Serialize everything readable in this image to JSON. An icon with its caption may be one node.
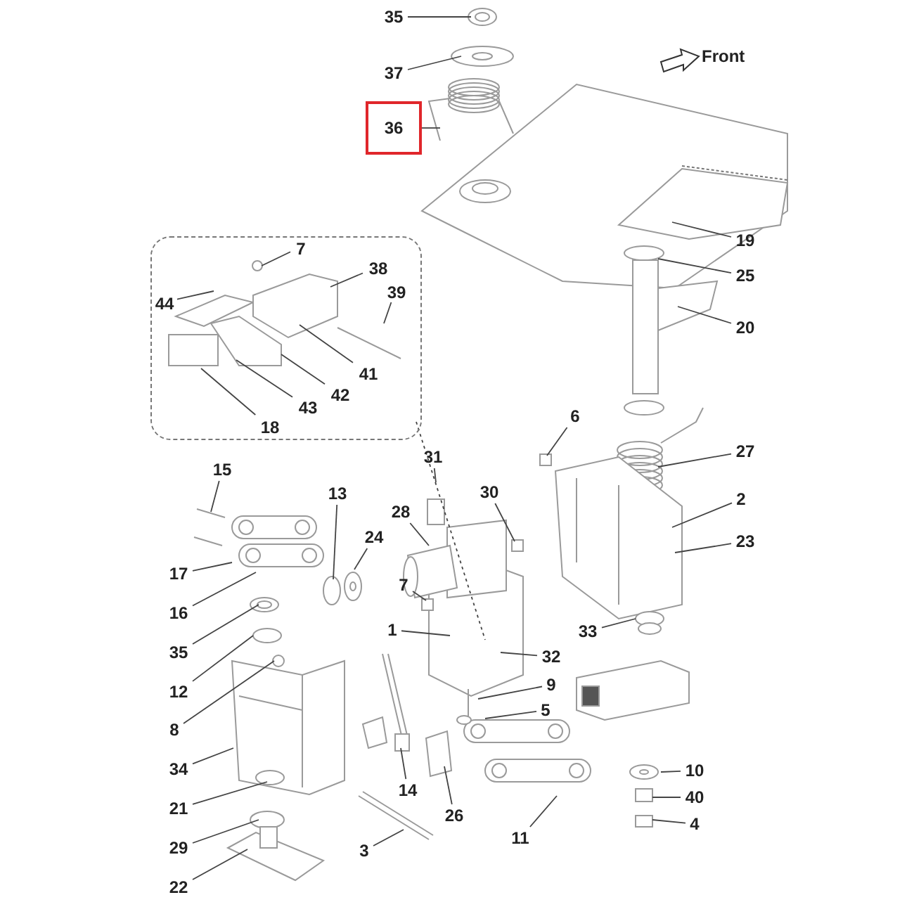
{
  "diagram": {
    "nodes": [
      {
        "text": [
          "35"
        ]
      },
      {
        "text": [
          "37"
        ]
      },
      {
        "text": [
          "36"
        ]
      },
      {
        "text": [
          "19"
        ]
      },
      {
        "text": [
          "25"
        ]
      },
      {
        "text": [
          "20"
        ]
      },
      {
        "text": [],
        "shape": "box"
      },
      {
        "text": [
          "7"
        ],
        "in": 6
      },
      {
        "text": [
          "38"
        ],
        "in": 6
      },
      {
        "text": [
          "44"
        ],
        "in": 6
      },
      {
        "text": [
          "39"
        ],
        "in": 6
      },
      {
        "text": [
          "41"
        ],
        "in": 6
      },
      {
        "text": [
          "42"
        ],
        "in": 6
      },
      {
        "text": [
          "43"
        ],
        "in": 6
      },
      {
        "text": [
          "18"
        ],
        "in": 6
      },
      {
        "text": [
          "6"
        ]
      },
      {
        "text": [
          "27"
        ]
      },
      {
        "text": [
          "15"
        ]
      },
      {
        "text": [
          "31"
        ]
      },
      {
        "text": [
          "13"
        ]
      },
      {
        "text": [
          "2"
        ]
      },
      {
        "text": [
          "28"
        ]
      },
      {
        "text": [
          "30"
        ]
      },
      {
        "text": [
          "24"
        ]
      },
      {
        "text": [
          "23"
        ]
      },
      {
        "text": [
          "17"
        ]
      },
      {
        "text": [
          "7"
        ]
      },
      {
        "text": [
          "16"
        ]
      },
      {
        "text": [
          "1"
        ]
      },
      {
        "text": [
          "33"
        ]
      },
      {
        "text": [
          "35"
        ]
      },
      {
        "text": [
          "32"
        ]
      },
      {
        "text": [
          "12"
        ]
      },
      {
        "text": [
          "9"
        ]
      },
      {
        "text": [
          "5"
        ]
      },
      {
        "text": [
          "8"
        ]
      },
      {
        "text": [
          "34"
        ]
      },
      {
        "text": [
          "10"
        ]
      },
      {
        "text": [
          "14"
        ]
      },
      {
        "text": [
          "40"
        ]
      },
      {
        "text": [
          "21"
        ]
      },
      {
        "text": [
          "26"
        ]
      },
      {
        "text": [
          "4"
        ]
      },
      {
        "text": [
          "11"
        ]
      },
      {
        "text": [
          "29"
        ]
      },
      {
        "text": [
          "3"
        ]
      },
      {
        "text": [
          "22"
        ]
      }
    ],
    "edges": [
      {
        "from": 0,
        "to": null,
        "arrow": "none"
      },
      {
        "from": 1,
        "to": null,
        "arrow": "none"
      },
      {
        "from": 2,
        "to": null,
        "arrow": "none"
      },
      {
        "from": 3,
        "to": null,
        "arrow": "none"
      },
      {
        "from": 4,
        "to": null,
        "arrow": "none"
      },
      {
        "from": 5,
        "to": null,
        "arrow": "none"
      },
      {
        "from": 7,
        "to": null,
        "arrow": "none"
      },
      {
        "from": 8,
        "to": null,
        "arrow": "none"
      },
      {
        "from": 9,
        "to": null,
        "arrow": "none"
      },
      {
        "from": 10,
        "to": null,
        "arrow": "none"
      },
      {
        "from": 11,
        "to": null,
        "arrow": "none"
      },
      {
        "from": 12,
        "to": null,
        "arrow": "none"
      },
      {
        "from": 13,
        "to": null,
        "arrow": "none"
      },
      {
        "from": 14,
        "to": null,
        "arrow": "none"
      },
      {
        "from": 15,
        "to": null,
        "arrow": "none"
      },
      {
        "from": 16,
        "to": null,
        "arrow": "none"
      },
      {
        "from": 17,
        "to": null,
        "arrow": "none"
      },
      {
        "from": 18,
        "to": null,
        "arrow": "none"
      },
      {
        "from": 19,
        "to": null,
        "arrow": "none"
      },
      {
        "from": 20,
        "to": null,
        "arrow": "none"
      },
      {
        "from": 21,
        "to": null,
        "arrow": "none"
      },
      {
        "from": 22,
        "to": null,
        "arrow": "none"
      },
      {
        "from": 23,
        "to": null,
        "arrow": "none"
      },
      {
        "from": 24,
        "to": null,
        "arrow": "none"
      },
      {
        "from": 25,
        "to": null,
        "arrow": "none"
      },
      {
        "from": 26,
        "to": null,
        "arrow": "none"
      },
      {
        "from": 27,
        "to": null,
        "arrow": "none"
      },
      {
        "from": 28,
        "to": null,
        "arrow": "none"
      },
      {
        "from": 29,
        "to": null,
        "arrow": "none"
      },
      {
        "from": 30,
        "to": null,
        "arrow": "none"
      },
      {
        "from": 31,
        "to": null,
        "arrow": "none"
      },
      {
        "from": 32,
        "to": null,
        "arrow": "none"
      },
      {
        "from": 33,
        "to": null,
        "arrow": "none"
      },
      {
        "from": 34,
        "to": null,
        "arrow": "none"
      },
      {
        "from": 35,
        "to": null,
        "arrow": "none"
      },
      {
        "from": 36,
        "to": null,
        "arrow": "none"
      },
      {
        "from": 37,
        "to": null,
        "arrow": "none"
      },
      {
        "from": 38,
        "to": null,
        "arrow": "none"
      },
      {
        "from": 39,
        "to": null,
        "arrow": "none"
      },
      {
        "from": 40,
        "to": null,
        "arrow": "none"
      },
      {
        "from": 41,
        "to": null,
        "arrow": "none"
      },
      {
        "from": 42,
        "to": null,
        "arrow": "none"
      },
      {
        "from": 43,
        "to": null,
        "arrow": "none"
      },
      {
        "from": 44,
        "to": null,
        "arrow": "none"
      },
      {
        "from": 45,
        "to": null,
        "arrow": "none"
      },
      {
        "from": 46,
        "to": null,
        "arrow": "none"
      },
      {
        "from": 6,
        "to": null,
        "arrow": "none",
        "style": "dashed"
      }
    ],
    "labels": [
      "Front"
    ]
  }
}
